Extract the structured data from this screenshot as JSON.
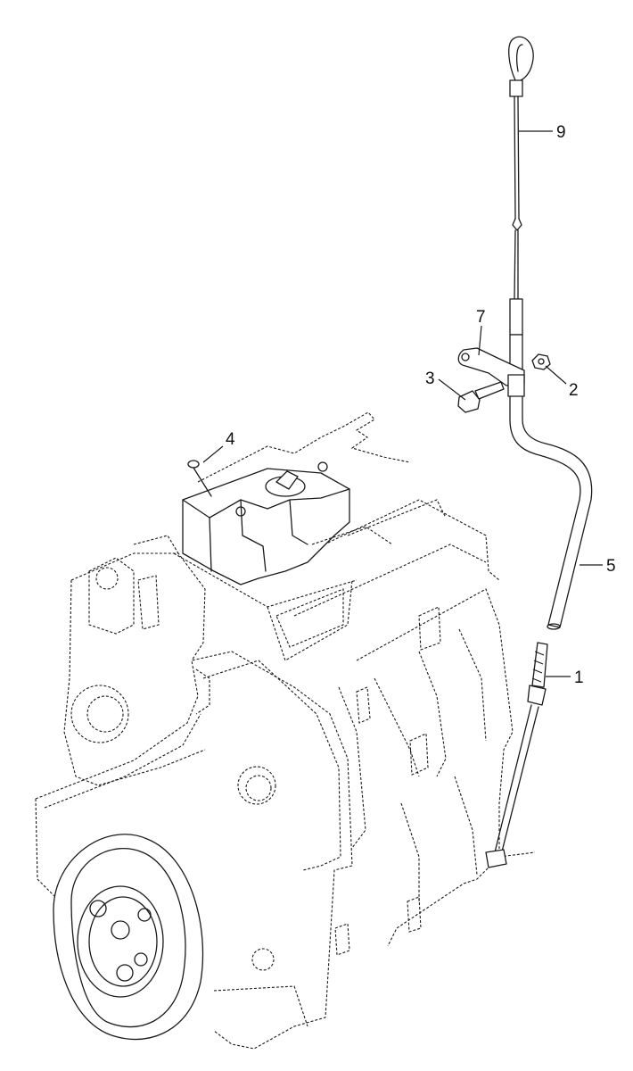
{
  "callouts": [
    {
      "id": "c1",
      "label": "1"
    },
    {
      "id": "c2",
      "label": "2"
    },
    {
      "id": "c3",
      "label": "3"
    },
    {
      "id": "c4",
      "label": "4"
    },
    {
      "id": "c5",
      "label": "5"
    },
    {
      "id": "c7",
      "label": "7"
    },
    {
      "id": "c9",
      "label": "9"
    }
  ],
  "colors": {
    "ink": "#1a1a1a",
    "paper": "#ffffff"
  }
}
